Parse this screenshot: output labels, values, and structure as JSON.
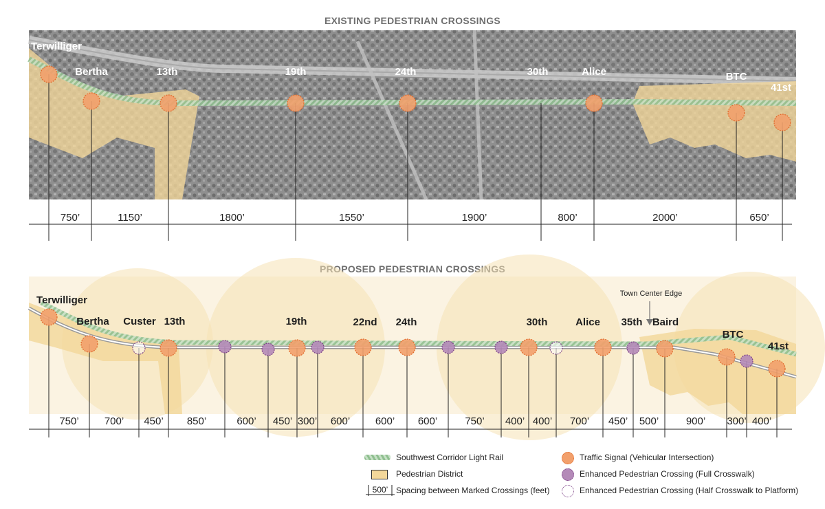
{
  "existing": {
    "title": "EXISTING PEDESTRIAN CROSSINGS",
    "crossings": [
      {
        "name": "Terwilliger",
        "type": "signal"
      },
      {
        "name": "Bertha",
        "type": "signal"
      },
      {
        "name": "13th",
        "type": "signal"
      },
      {
        "name": "19th",
        "type": "signal"
      },
      {
        "name": "24th",
        "type": "signal"
      },
      {
        "name": "30th",
        "type": "none"
      },
      {
        "name": "Alice",
        "type": "signal"
      },
      {
        "name": "BTC",
        "type": "signal"
      },
      {
        "name": "41st",
        "type": "signal"
      }
    ],
    "distances": [
      "750’",
      "1150’",
      "1800’",
      "1550’",
      "1900’",
      "800’",
      "2000’",
      "650’"
    ]
  },
  "proposed": {
    "title": "PROPOSED PEDESTRIAN CROSSINGS",
    "annotation": "Town Center Edge",
    "labels": [
      "Terwilliger",
      "Bertha",
      "Custer",
      "13th",
      "19th",
      "22nd",
      "24th",
      "30th",
      "Alice",
      "35th",
      "Baird",
      "BTC",
      "41st"
    ],
    "crossings": [
      {
        "type": "signal"
      },
      {
        "type": "signal"
      },
      {
        "type": "half"
      },
      {
        "type": "signal"
      },
      {
        "type": "full"
      },
      {
        "type": "full"
      },
      {
        "type": "signal"
      },
      {
        "type": "full"
      },
      {
        "type": "signal"
      },
      {
        "type": "signal"
      },
      {
        "type": "full"
      },
      {
        "type": "full"
      },
      {
        "type": "signal"
      },
      {
        "type": "half"
      },
      {
        "type": "signal"
      },
      {
        "type": "full"
      },
      {
        "type": "signal"
      },
      {
        "type": "signal"
      },
      {
        "type": "full"
      },
      {
        "type": "signal"
      }
    ],
    "distances": [
      "750’",
      "700’",
      "450’",
      "850’",
      "600’",
      "450’",
      "300’",
      "600’",
      "600’",
      "600’",
      "750’",
      "400’",
      "400’",
      "700’",
      "450’",
      "500’",
      "900’",
      "300’",
      "400’"
    ]
  },
  "legend": {
    "rail": "Southwest Corridor Light Rail",
    "district": "Pedestrian District",
    "spacing_sample": "500’",
    "spacing": "Spacing between Marked Crossings (feet)",
    "signal": "Traffic Signal (Vehicular Intersection)",
    "full": "Enhanced Pedestrian Crossing (Full Crosswalk)",
    "half": "Enhanced Pedestrian Crossing (Half Crosswalk to Platform)"
  },
  "colors": {
    "signal_fill": "#f2a06c",
    "signal_stroke": "#e06a2c",
    "full_fill": "#b48ab8",
    "full_stroke": "#7b3f86",
    "district": "#f3d79a",
    "rail": "#8fbf8f"
  }
}
